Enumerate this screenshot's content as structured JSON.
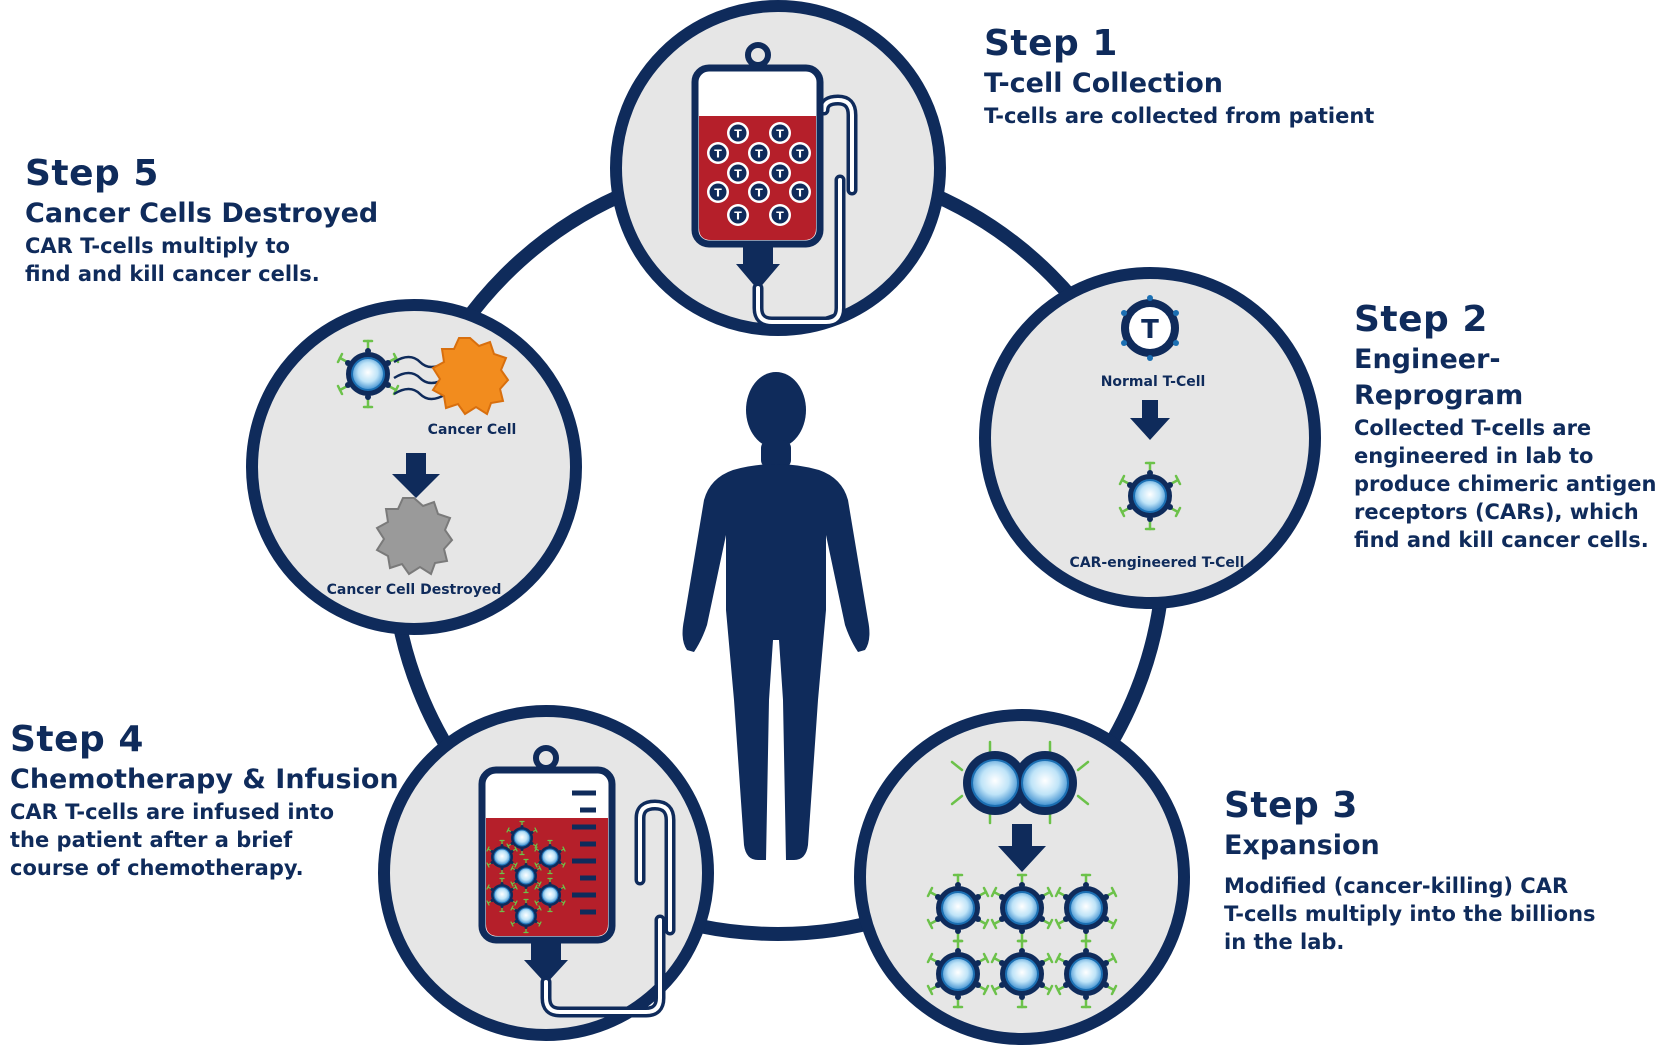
{
  "steps": [
    {
      "number": "Step 1",
      "title": "T-cell Collection",
      "description": "T-cells are collected from patient"
    },
    {
      "number": "Step 2",
      "title": "Engineer-Reprogram",
      "description_lines": [
        "Collected T-cells are",
        "engineered in lab to",
        "produce chimeric antigen",
        "receptors (CARs), which",
        "find and kill cancer cells."
      ]
    },
    {
      "number": "Step 3",
      "title": "Expansion",
      "description_lines": [
        "Modified (cancer-killing) CAR",
        "T-cells multiply into the billions",
        "in the lab."
      ]
    },
    {
      "number": "Step 4",
      "title": "Chemotherapy & Infusion",
      "description_lines": [
        "CAR T-cells are infused into",
        "the patient after a brief",
        "course of chemotherapy."
      ]
    },
    {
      "number": "Step 5",
      "title": "Cancer Cells Destroyed",
      "description_lines": [
        "CAR T-cells multiply to",
        "find and kill cancer cells."
      ]
    }
  ],
  "labels": {
    "normal_t_cell": "Normal T-Cell",
    "car_engineered": "CAR-engineered T-Cell",
    "cancer_cell": "Cancer Cell",
    "cancer_cell_destroyed": "Cancer Cell Destroyed",
    "t_marker": "T"
  },
  "colors": {
    "navy": "#0f2b5b",
    "circle_fill": "#e6e6e6",
    "blood": "#b51f2a",
    "cancer": "#f28c1e",
    "destroyed": "#9a9a9a",
    "receptor": "#6cc24a",
    "cell_core": "#9fd3f2"
  }
}
